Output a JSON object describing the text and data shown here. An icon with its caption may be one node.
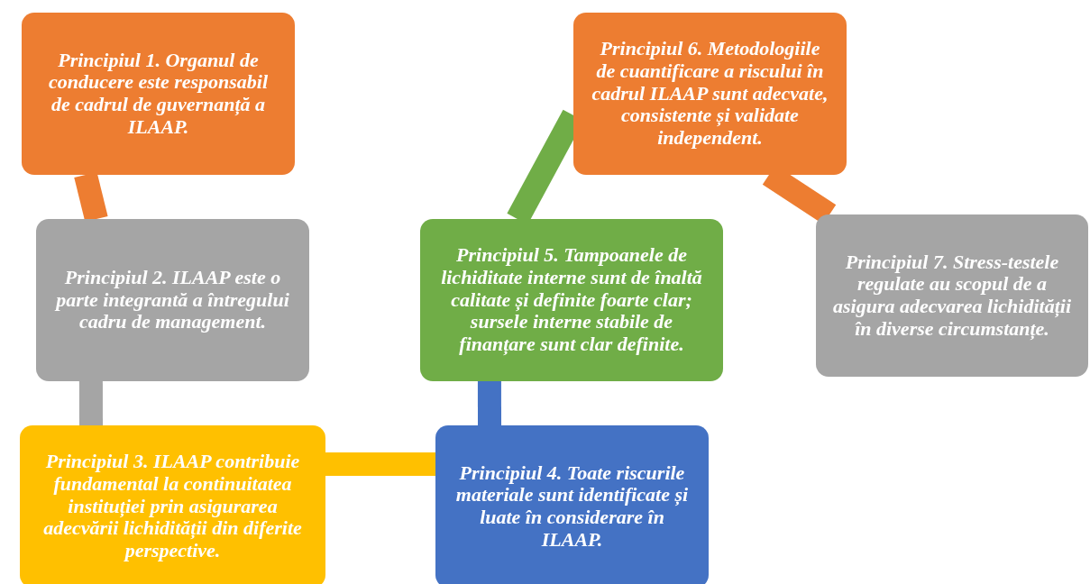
{
  "diagram": {
    "nodes": [
      {
        "text": [
          "Principiul 1. Organul de conducere este responsabil de cadrul de guvernanță a ILAAP."
        ]
      },
      {
        "text": [
          "Principiul 2. ILAAP este o parte integrantă a întregului cadru de management."
        ]
      },
      {
        "text": [
          "Principiul 3. ILAAP contribuie fundamental la continuitatea instituției prin asigurarea adecvării lichidității din diferite perspective."
        ]
      },
      {
        "text": [
          "Principiul 4. Toate riscurile materiale sunt identificate și luate în considerare în ILAAP."
        ]
      },
      {
        "text": [
          "Principiul 5. Tampoanele de lichiditate interne sunt de înaltă calitate și definite foarte clar; sursele interne stabile de finanțare sunt clar definite."
        ]
      },
      {
        "text": [
          "Principiul 6. Metodologiile de cuantificare a riscului în cadrul ILAAP sunt adecvate, consistente și validate independent."
        ]
      },
      {
        "text": [
          "Principiul 7. Stress-testele regulate au scopul de a asigura adecvarea lichidității în diverse circumstanțe."
        ]
      }
    ],
    "edges": [
      {
        "from": 0,
        "to": 1,
        "arrow": "none",
        "color": "#ed7d31"
      },
      {
        "from": 1,
        "to": 2,
        "arrow": "none",
        "color": "#a5a5a5"
      },
      {
        "from": 2,
        "to": 3,
        "arrow": "none",
        "color": "#ffc000"
      },
      {
        "from": 3,
        "to": 4,
        "arrow": "none",
        "color": "#4472c4"
      },
      {
        "from": 4,
        "to": 5,
        "arrow": "none",
        "color": "#70ad47"
      },
      {
        "from": 5,
        "to": 6,
        "arrow": "none",
        "color": "#ed7d31"
      }
    ]
  }
}
